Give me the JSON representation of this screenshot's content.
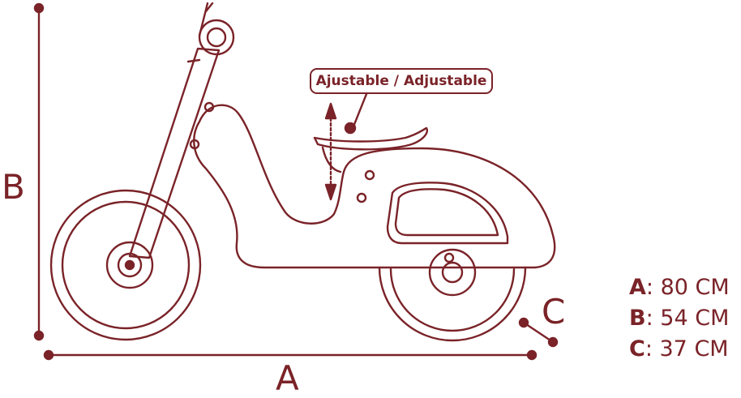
{
  "dimension_labels": {
    "a": "A",
    "b": "B",
    "c": "C"
  },
  "callout": {
    "text": "Ajustable / Adjustable"
  },
  "specs": [
    {
      "letter": "A",
      "value": ": 80 CM"
    },
    {
      "letter": "B",
      "value": ": 54 CM"
    },
    {
      "letter": "C",
      "value": ": 37 CM"
    }
  ],
  "colors": {
    "line": "#7a2328",
    "background": "#ffffff"
  }
}
